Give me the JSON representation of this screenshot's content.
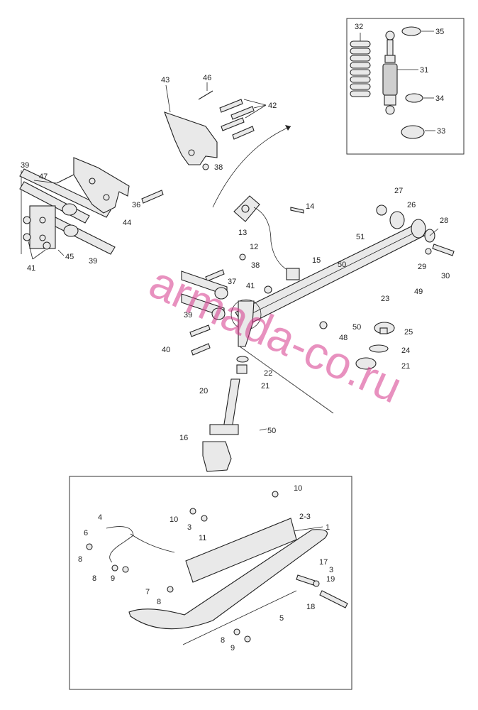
{
  "diagram": {
    "watermark": "armada-co.ru",
    "labels": [
      {
        "id": "l32",
        "text": "32"
      },
      {
        "id": "l35",
        "text": "35"
      },
      {
        "id": "l31",
        "text": "31"
      },
      {
        "id": "l34",
        "text": "34"
      },
      {
        "id": "l33",
        "text": "33"
      },
      {
        "id": "l43",
        "text": "43"
      },
      {
        "id": "l46",
        "text": "46"
      },
      {
        "id": "l42",
        "text": "42"
      },
      {
        "id": "l38a",
        "text": "38"
      },
      {
        "id": "l39a",
        "text": "39"
      },
      {
        "id": "l47",
        "text": "47"
      },
      {
        "id": "l44",
        "text": "44"
      },
      {
        "id": "l36",
        "text": "36"
      },
      {
        "id": "l45",
        "text": "45"
      },
      {
        "id": "l41a",
        "text": "41"
      },
      {
        "id": "l39b",
        "text": "39"
      },
      {
        "id": "l14",
        "text": "14"
      },
      {
        "id": "l27",
        "text": "27"
      },
      {
        "id": "l13",
        "text": "13"
      },
      {
        "id": "l26",
        "text": "26"
      },
      {
        "id": "l28",
        "text": "28"
      },
      {
        "id": "l51",
        "text": "51"
      },
      {
        "id": "l12",
        "text": "12"
      },
      {
        "id": "l15",
        "text": "15"
      },
      {
        "id": "l50a",
        "text": "50"
      },
      {
        "id": "l38b",
        "text": "38"
      },
      {
        "id": "l29",
        "text": "29"
      },
      {
        "id": "l30",
        "text": "30"
      },
      {
        "id": "l37",
        "text": "37"
      },
      {
        "id": "l41b",
        "text": "41"
      },
      {
        "id": "l49",
        "text": "49"
      },
      {
        "id": "l23",
        "text": "23"
      },
      {
        "id": "l39c",
        "text": "39"
      },
      {
        "id": "l50b",
        "text": "50"
      },
      {
        "id": "l25",
        "text": "25"
      },
      {
        "id": "l48",
        "text": "48"
      },
      {
        "id": "l40",
        "text": "40"
      },
      {
        "id": "l24",
        "text": "24"
      },
      {
        "id": "l22",
        "text": "22"
      },
      {
        "id": "l21a",
        "text": "21"
      },
      {
        "id": "l21b",
        "text": "21"
      },
      {
        "id": "l20",
        "text": "20"
      },
      {
        "id": "l50c",
        "text": "50"
      },
      {
        "id": "l16",
        "text": "16"
      },
      {
        "id": "l10a",
        "text": "10"
      },
      {
        "id": "l10b",
        "text": "10"
      },
      {
        "id": "l4",
        "text": "4"
      },
      {
        "id": "l23b",
        "text": "2-3"
      },
      {
        "id": "l3a",
        "text": "3"
      },
      {
        "id": "l1",
        "text": "1"
      },
      {
        "id": "l6",
        "text": "6"
      },
      {
        "id": "l11",
        "text": "11"
      },
      {
        "id": "l8a",
        "text": "8"
      },
      {
        "id": "l8b",
        "text": "8"
      },
      {
        "id": "l9a",
        "text": "9"
      },
      {
        "id": "l17",
        "text": "17"
      },
      {
        "id": "l3b",
        "text": "3"
      },
      {
        "id": "l19",
        "text": "19"
      },
      {
        "id": "l7",
        "text": "7"
      },
      {
        "id": "l8c",
        "text": "8"
      },
      {
        "id": "l18",
        "text": "18"
      },
      {
        "id": "l5",
        "text": "5"
      },
      {
        "id": "l8d",
        "text": "8"
      },
      {
        "id": "l9b",
        "text": "9"
      }
    ]
  }
}
